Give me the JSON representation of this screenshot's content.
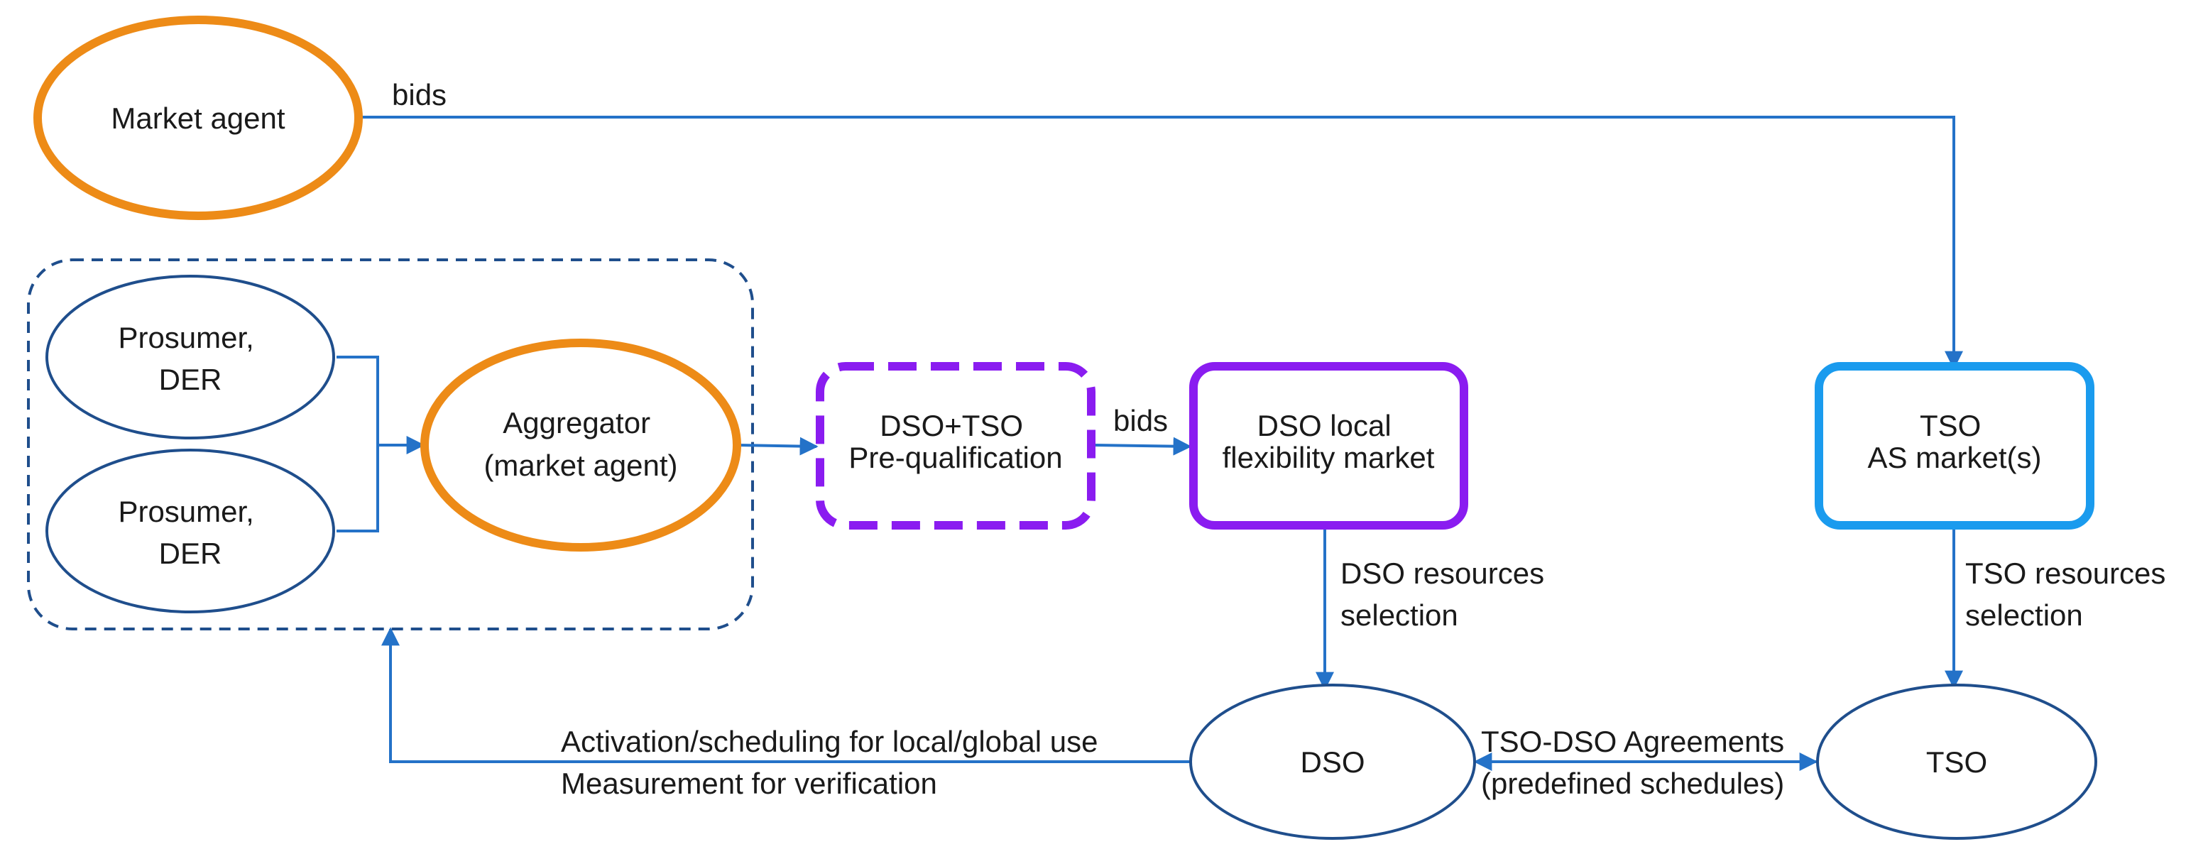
{
  "nodes": {
    "market_agent": {
      "label": "Market agent"
    },
    "prosumer_1": {
      "lines": [
        "Prosumer,",
        "DER"
      ]
    },
    "prosumer_2": {
      "lines": [
        "Prosumer,",
        "DER"
      ]
    },
    "aggregator": {
      "lines": [
        "Aggregator",
        "(market agent)"
      ]
    },
    "prequalification": {
      "lines": [
        "DSO+TSO",
        "Pre-qualification"
      ]
    },
    "dso_market": {
      "lines": [
        "DSO local",
        "flexibility market"
      ]
    },
    "tso_market": {
      "lines": [
        "TSO",
        "AS market(s)"
      ]
    },
    "dso": {
      "label": "DSO"
    },
    "tso": {
      "label": "TSO"
    }
  },
  "edges": {
    "market_agent_bids": "bids",
    "prequal_bids": "bids",
    "dso_selection": [
      "DSO resources",
      "selection"
    ],
    "tso_selection": [
      "TSO resources",
      "selection"
    ],
    "activation": [
      "Activation/scheduling for local/global use",
      "Measurement for verification"
    ],
    "agreements": [
      "TSO-DSO Agreements",
      "(predefined schedules)"
    ]
  },
  "colors": {
    "market_agent": "#ED8B17",
    "prosumer": "#1F4E8C",
    "prequalification": "#8A1CF0",
    "tso_market": "#1A9BEE",
    "connector": "#2472C8"
  }
}
